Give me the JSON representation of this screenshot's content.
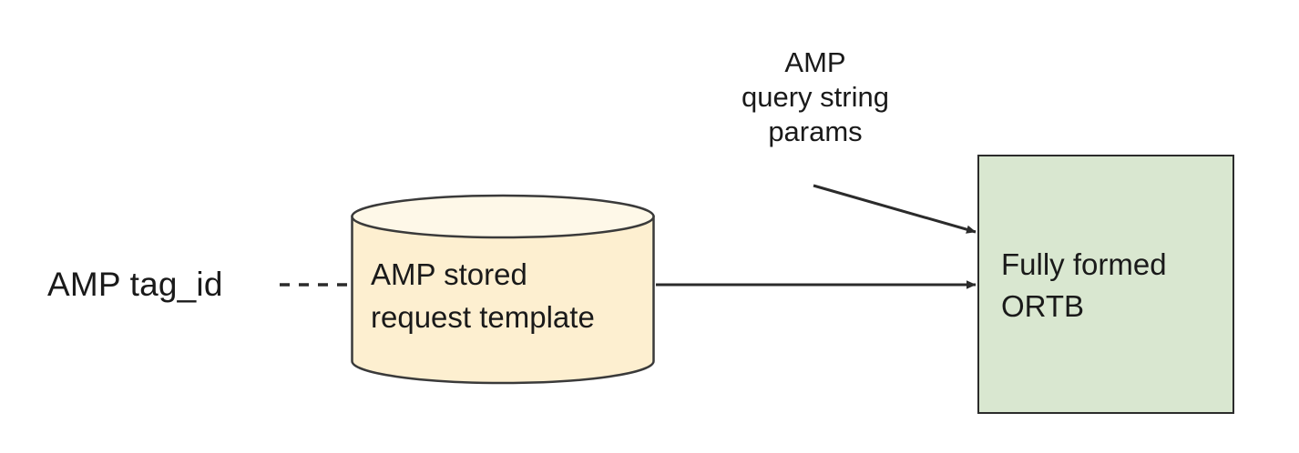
{
  "diagram": {
    "title_text_nodes": {
      "tag_id_label": "AMP tag_id",
      "query_params_label": {
        "line1": "AMP",
        "line2": "query string",
        "line3": "params"
      }
    },
    "nodes": [
      {
        "id": "amp-stored-request-template",
        "shape": "cylinder",
        "label_line1": "AMP stored",
        "label_line2": "request template",
        "fill": "#fdefd0",
        "top_fill": "#fef8e8",
        "stroke": "#3a3a3a"
      },
      {
        "id": "fully-formed-ortb",
        "shape": "rectangle",
        "label_line1": "Fully formed",
        "label_line2": "ORTB",
        "fill": "#d9e7d0",
        "stroke": "#2b2b2b"
      }
    ],
    "edges": [
      {
        "id": "tag-id-to-cylinder",
        "style": "dashed",
        "arrowhead": "none",
        "from": "AMP tag_id",
        "to": "AMP stored request template"
      },
      {
        "id": "cylinder-to-ortb",
        "style": "solid",
        "arrowhead": "filled-triangle",
        "from": "AMP stored request template",
        "to": "Fully formed ORTB"
      },
      {
        "id": "query-params-to-ortb",
        "style": "solid-diagonal",
        "arrowhead": "filled-triangle",
        "from": "AMP query string params",
        "to": "Fully formed ORTB"
      }
    ],
    "colors": {
      "background": "#ffffff",
      "text": "#1a1a1a",
      "line": "#2b2b2b",
      "cylinder_fill": "#fdefd0",
      "cylinder_top_fill": "#fef8e8",
      "box_fill": "#d9e7d0"
    }
  }
}
